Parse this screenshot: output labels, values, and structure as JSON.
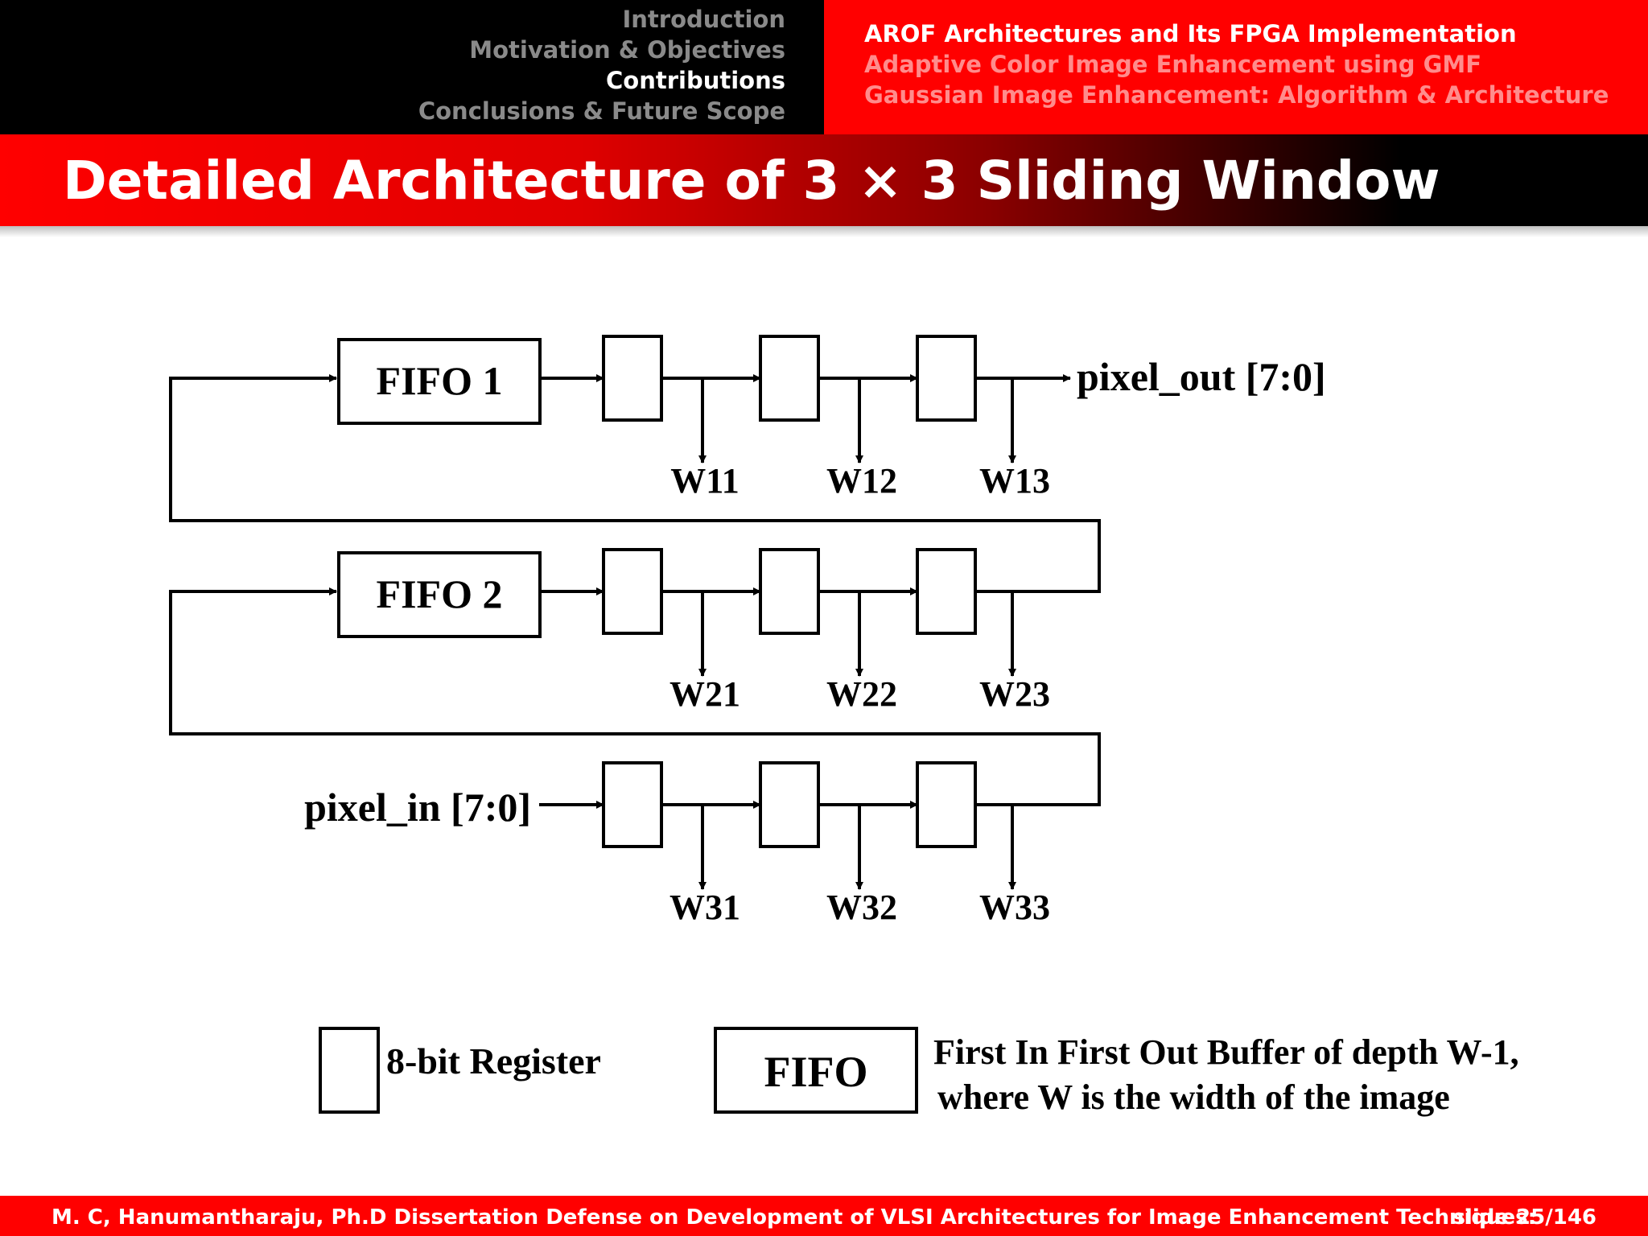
{
  "header": {
    "sections": [
      {
        "label": "Introduction",
        "active": false
      },
      {
        "label": "Motivation & Objectives",
        "active": false
      },
      {
        "label": "Contributions",
        "active": true
      },
      {
        "label": "Conclusions & Future Scope",
        "active": false
      }
    ],
    "subsections": [
      {
        "label": "AROF Architectures and Its FPGA Implementation",
        "active": true
      },
      {
        "label": "Adaptive Color Image Enhancement using GMF",
        "active": false
      },
      {
        "label": "Gaussian Image Enhancement: Algorithm & Architecture",
        "active": false
      }
    ]
  },
  "slide": {
    "title": "Detailed Architecture of 3 × 3 Sliding Window"
  },
  "diagram": {
    "fifo_labels": [
      "FIFO 1",
      "FIFO 2"
    ],
    "input_label": "pixel_in [7:0]",
    "output_label": "pixel_out [7:0]",
    "taps": [
      [
        "W11",
        "W12",
        "W13"
      ],
      [
        "W21",
        "W22",
        "W23"
      ],
      [
        "W31",
        "W32",
        "W33"
      ]
    ],
    "legend": {
      "register_label": "8-bit Register",
      "fifo_label": "FIFO",
      "fifo_desc_line1": "First In First Out Buffer of depth W-1,",
      "fifo_desc_line2": "where W is the width of the image"
    }
  },
  "footer": {
    "text": "M. C, Hanumantharaju, Ph.D Dissertation Defense on Development of VLSI Architectures for Image Enhancement Techniques:",
    "page": "slide 25/146"
  },
  "colors": {
    "red": "#ff0000",
    "black": "#000000",
    "inactive_nav": "#8a8a8a",
    "inactive_sub": "#ff8c8c"
  }
}
